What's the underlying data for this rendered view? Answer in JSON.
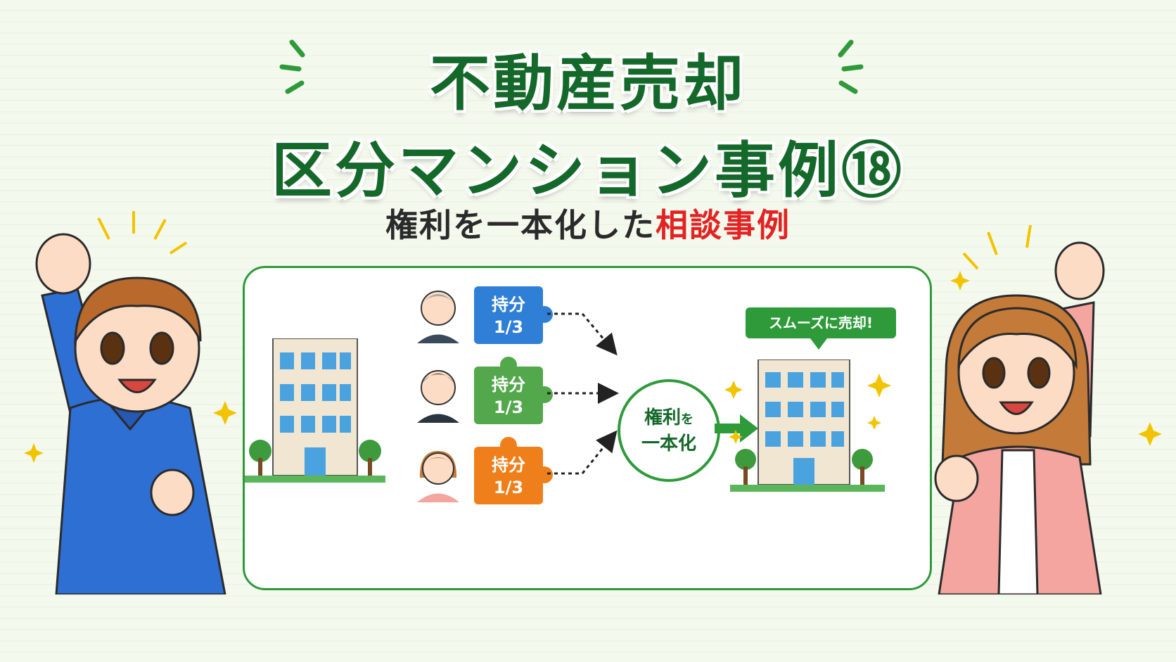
{
  "title": {
    "line1": "不動産売却",
    "line2": "区分マンション事例⑱",
    "subtitle_main": "権利を一本化した",
    "subtitle_highlight": "相談事例"
  },
  "shares": [
    {
      "label": "持分",
      "value": "1/3",
      "color": "#2f7fd6"
    },
    {
      "label": "持分",
      "value": "1/3",
      "color": "#52a84a"
    },
    {
      "label": "持分",
      "value": "1/3",
      "color": "#ef7f1a"
    }
  ],
  "center": {
    "line1": "権利",
    "particle": "を",
    "line2": "一本化"
  },
  "bubble": {
    "text": "スムーズに売却!"
  },
  "colors": {
    "accent_green": "#2e9a3a",
    "title_green": "#14682a",
    "highlight_red": "#e32323"
  }
}
